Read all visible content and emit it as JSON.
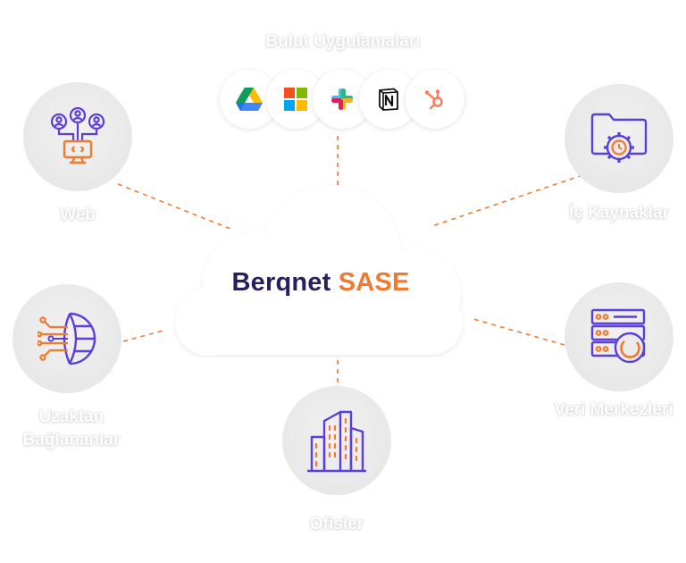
{
  "center": {
    "brand": "Berqnet",
    "product": "SASE"
  },
  "cloud_apps": {
    "label": "Bulut Uygulamaları",
    "apps": [
      {
        "icon": "google-drive-icon"
      },
      {
        "icon": "microsoft-icon"
      },
      {
        "icon": "slack-icon"
      },
      {
        "icon": "notion-icon"
      },
      {
        "icon": "hubspot-icon"
      }
    ]
  },
  "nodes": {
    "web": {
      "label": "Web",
      "icon": "web-users-monitor-icon"
    },
    "internal": {
      "label": "İç Kaynaklar",
      "icon": "folder-gear-icon"
    },
    "remote": {
      "label_line1": "Uzaktan",
      "label_line2": "Bağlananlar",
      "icon": "globe-network-icon"
    },
    "datacenter": {
      "label": "Veri Merkezleri",
      "icon": "server-rack-icon"
    },
    "offices": {
      "label": "Ofisler",
      "icon": "office-buildings-icon"
    }
  },
  "colors": {
    "purple": "#5b3fd6",
    "orange": "#f07a30",
    "navy": "#2a1f5e",
    "node_bg": "#ebebeb"
  }
}
